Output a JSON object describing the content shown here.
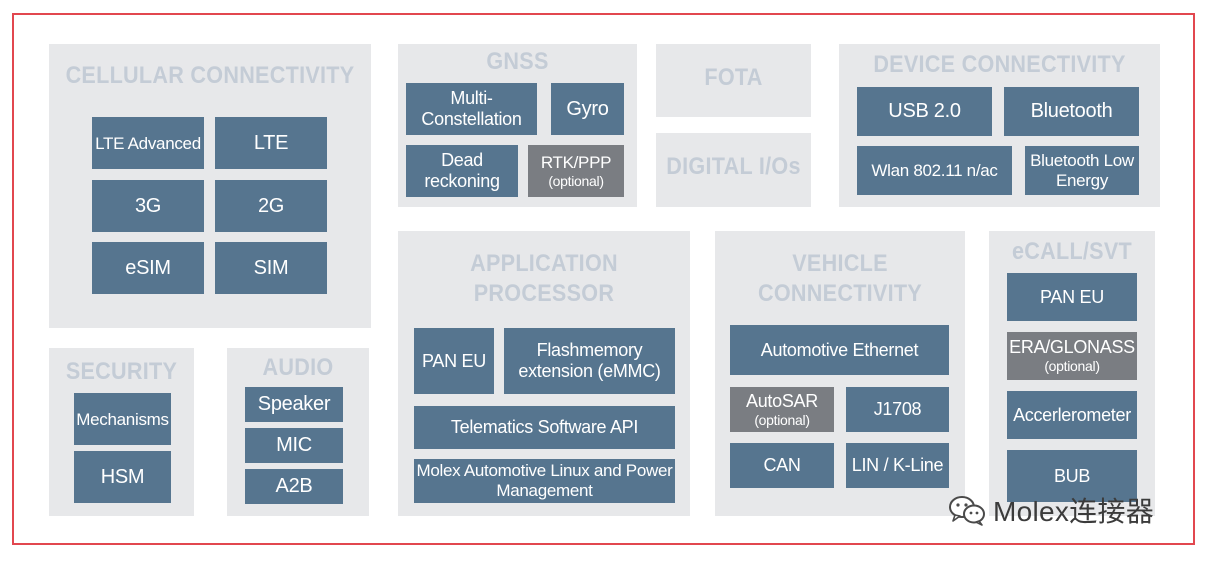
{
  "cellular": {
    "title": "CELLULAR CONNECTIVITY",
    "items": [
      "LTE Advanced",
      "LTE",
      "3G",
      "2G",
      "eSIM",
      "SIM"
    ]
  },
  "security": {
    "title": "SECURITY",
    "items": [
      "Mechanisms",
      "HSM"
    ]
  },
  "audio": {
    "title": "AUDIO",
    "items": [
      "Speaker",
      "MIC",
      "A2B"
    ]
  },
  "gnss": {
    "title": "GNSS",
    "multi": "Multi-\nConstellation",
    "gyro": "Gyro",
    "dead": "Dead\nreckoning",
    "rtk": "RTK/PPP",
    "rtk_note": "(optional)"
  },
  "fota": {
    "title": "FOTA"
  },
  "digital": {
    "title": "DIGITAL I/Os"
  },
  "device": {
    "title": "DEVICE CONNECTIVITY",
    "items": [
      "USB 2.0",
      "Bluetooth",
      "Wlan 802.11 n/ac",
      "Bluetooth Low\nEnergy"
    ]
  },
  "app": {
    "title": "APPLICATION\nPROCESSOR",
    "pan": "PAN EU",
    "flash": "Flashmemory\nextension (eMMC)",
    "api": "Telematics Software API",
    "linux": "Molex Automotive Linux and Power\nManagement"
  },
  "vehicle": {
    "title": "VEHICLE\nCONNECTIVITY",
    "eth": "Automotive Ethernet",
    "autosar": "AutoSAR",
    "autosar_note": "(optional)",
    "j1708": "J1708",
    "can": "CAN",
    "lin": "LIN / K-Line"
  },
  "ecall": {
    "title": "eCALL/SVT",
    "pan": "PAN EU",
    "era": "ERA/GLONASS",
    "era_note": "(optional)",
    "accel": "Accerlerometer",
    "bub": "BUB"
  },
  "watermark": {
    "text": "Molex连接器",
    "icon": "wechat-icon"
  }
}
